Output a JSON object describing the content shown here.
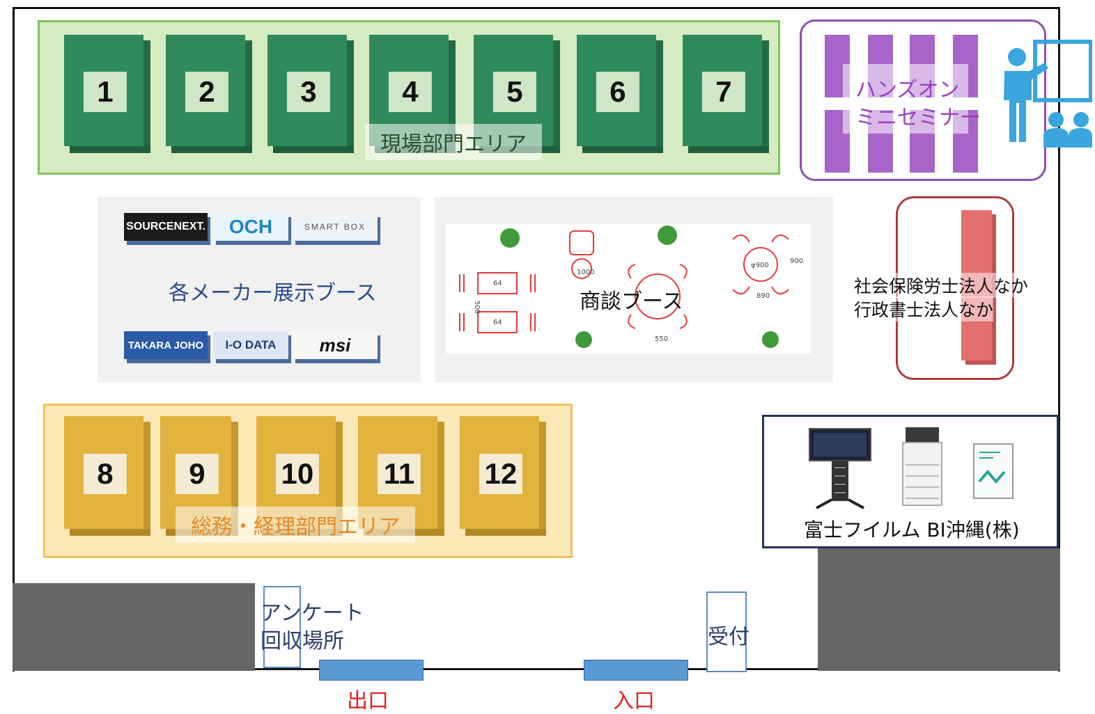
{
  "areas": {
    "genba": {
      "label": "現場部門エリア",
      "booths": [
        "1",
        "2",
        "3",
        "4",
        "5",
        "6",
        "7"
      ]
    },
    "somu": {
      "label": "総務・経理部門エリア",
      "booths": [
        "8",
        "9",
        "10",
        "11",
        "12"
      ]
    }
  },
  "seminar": {
    "label_line1": "ハンズオン",
    "label_line2": "ミニセミナー"
  },
  "maker_booth": {
    "label": "各メーカー展示ブース",
    "logos": [
      "SOURCENEXT.",
      "OCH",
      "SMART BOX",
      "TAKARA JOHO",
      "I-O DATA",
      "msi"
    ]
  },
  "shodan": {
    "label": "商談ブース",
    "dims": {
      "d500": "500",
      "d64": "64",
      "d1000": "1000",
      "d900": "900",
      "phi900": "φ900",
      "d550": "550",
      "d890": "890"
    }
  },
  "legal": {
    "line1": "社会保険労士法人なか",
    "line2": "行政書士法人なか"
  },
  "fuji": {
    "label": "富士フイルム BI沖縄(株)"
  },
  "survey": {
    "line1": "アンケート",
    "line2": "回収場所"
  },
  "reception": {
    "label": "受付"
  },
  "exit": {
    "label": "出口"
  },
  "entrance": {
    "label": "入口"
  },
  "colors": {
    "genba_area": "#d7ebc2",
    "genba_booth": "#2f8a5b",
    "somu_area": "#fbe8b6",
    "somu_booth": "#e1b23c",
    "seminar": "#a864c9",
    "legal": "#b23a3a",
    "door": "#5b9bd5",
    "door_text": "#e02222"
  },
  "icons": [
    "presenter-icon",
    "plant-icon",
    "chair-icon",
    "display-icon",
    "printer-icon",
    "brochure-icon"
  ]
}
